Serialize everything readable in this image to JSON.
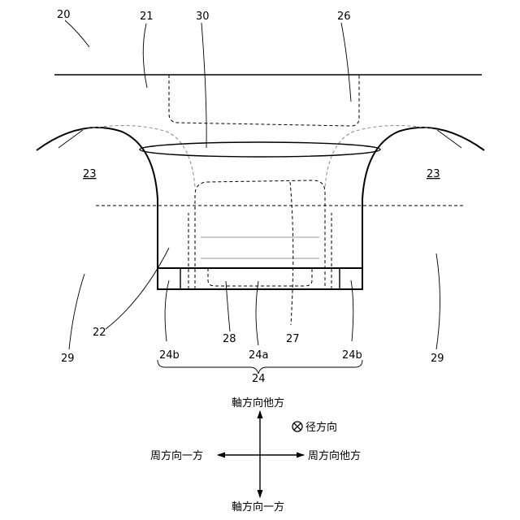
{
  "labels": {
    "l20": "20",
    "l21": "21",
    "l30": "30",
    "l26": "26",
    "l23_left": "23",
    "l23_right": "23",
    "l22": "22",
    "l29_left": "29",
    "l29_right": "29",
    "l24b_left": "24b",
    "l28": "28",
    "l24a": "24a",
    "l27": "27",
    "l24b_right": "24b",
    "l24": "24"
  },
  "directions": {
    "axial_other": "軸方向他方",
    "radial": "径方向",
    "circ_one": "周方向一方",
    "circ_other": "周方向他方",
    "axial_one": "軸方向一方"
  }
}
